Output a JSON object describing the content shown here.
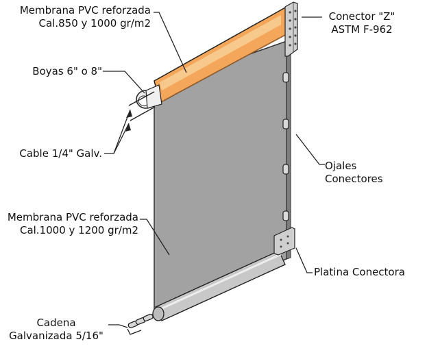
{
  "labels": {
    "membrana_top": [
      "Membrana PVC reforzada",
      "Cal.850 y 1000 gr/m2"
    ],
    "conector_z": [
      "Conector \"Z\"",
      "ASTM F-962"
    ],
    "boyas": "Boyas 6\" o 8\"",
    "cable": "Cable 1/4\" Galv.",
    "ojales": [
      "Ojales",
      "Conectores"
    ],
    "membrana_bottom": [
      "Membrana PVC reforzada",
      "Cal.1000 y 1200 gr/m2"
    ],
    "platina": "Platina Conectora",
    "cadena": [
      "Cadena",
      "Galvanizada 5/16\""
    ]
  },
  "colors": {
    "float": "#f4a75a",
    "float_light": "#f8c98c",
    "float_dark": "#d9853a",
    "membrane": "#a2a2a2",
    "membrane_edge": "#555555",
    "metal": "#c8c8c8",
    "outline": "#222222"
  }
}
